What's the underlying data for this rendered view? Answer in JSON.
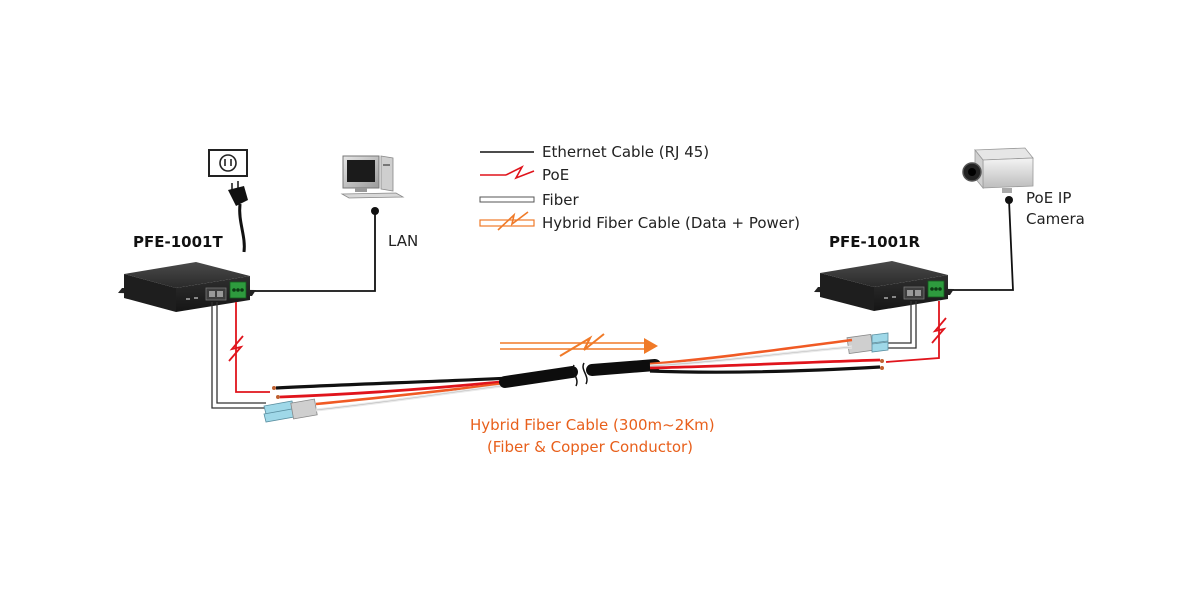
{
  "legend": {
    "ethernet": "Ethernet Cable (RJ 45)",
    "poe": "PoE",
    "fiber": "Fiber",
    "hybrid": "Hybrid Fiber Cable (Data + Power)"
  },
  "devices": {
    "transmitter": "PFE-1001T",
    "receiver": "PFE-1001R"
  },
  "endpoints": {
    "lan": "LAN",
    "camera_line1": "PoE IP",
    "camera_line2": "Camera"
  },
  "cable": {
    "line1": "Hybrid Fiber Cable (300m~2Km)",
    "line2": "(Fiber & Copper Conductor)"
  },
  "colors": {
    "ethernet": "#111111",
    "poe": "#e0141c",
    "fiber_border": "#555555",
    "hybrid": "#f07a28",
    "label_orange": "#e8601c",
    "device_body": "#2b2b2b",
    "terminal_green": "#2e9b3e"
  }
}
